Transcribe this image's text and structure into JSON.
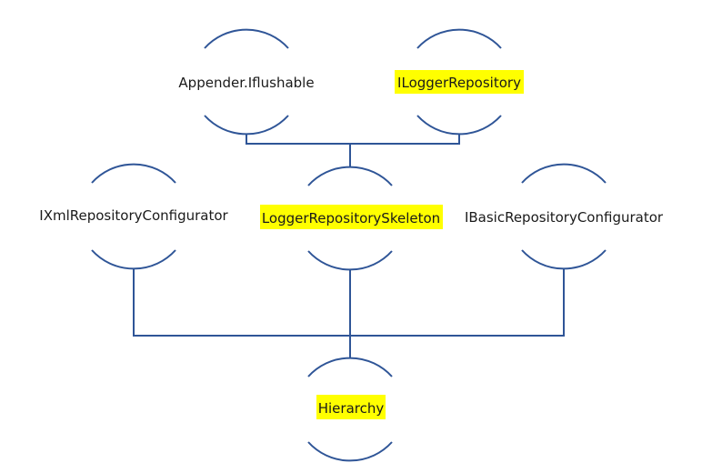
{
  "colors": {
    "line": "#2f5597",
    "highlight": "#ffff00",
    "text": "#1a1a1a"
  },
  "nodes": {
    "appender_iflushable": {
      "label": "Appender.Iflushable",
      "highlighted": false
    },
    "ilogger_repository": {
      "label": "ILoggerRepository",
      "highlighted": true
    },
    "ixml_repository_configurator": {
      "label": "IXmlRepositoryConfigurator",
      "highlighted": false
    },
    "logger_repository_skeleton": {
      "label": "LoggerRepositorySkeleton",
      "highlighted": true
    },
    "ibasic_repository_configurator": {
      "label": "IBasicRepositoryConfigurator",
      "highlighted": false
    },
    "hierarchy": {
      "label": "Hierarchy",
      "highlighted": true
    }
  }
}
